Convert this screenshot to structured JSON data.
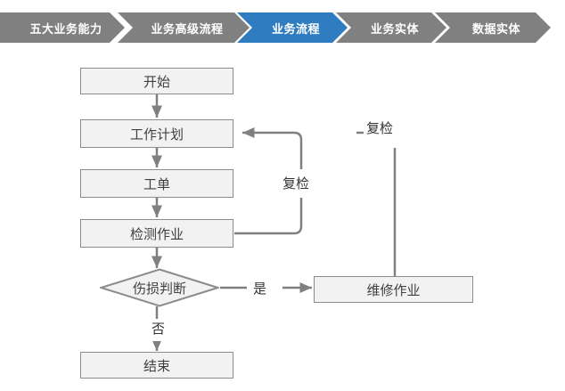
{
  "breadcrumb": {
    "items": [
      {
        "label": "五大业务能力",
        "state": "inactive"
      },
      {
        "label": "业务高级流程",
        "state": "inactive"
      },
      {
        "label": "业务流程",
        "state": "active"
      },
      {
        "label": "业务实体",
        "state": "inactive"
      },
      {
        "label": "数据实体",
        "state": "inactive"
      }
    ],
    "active_color": "#2f7dc0",
    "inactive_color": "#808080",
    "text_color": "#ffffff"
  },
  "flowchart": {
    "node_fill": "#f2f2f2",
    "node_border": "#8c8c8c",
    "connector_color": "#808080",
    "nodes": {
      "start": "开始",
      "work_plan": "工作计划",
      "work_order": "工单",
      "inspection": "检测作业",
      "damage_decision": "伤损判断",
      "maintenance": "维修作业",
      "end": "结束"
    },
    "edge_labels": {
      "recheck_inner": "复检",
      "recheck_outer": "复检",
      "yes": "是",
      "no": "否"
    }
  }
}
